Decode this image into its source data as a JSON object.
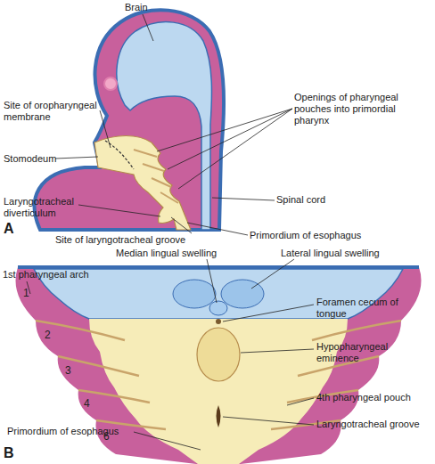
{
  "diagram": {
    "labels": [
      "Brain",
      "Openings of pharyngeal pouches into primordial pharynx",
      "Site of oropharyngeal membrane",
      "Stomodeum",
      "Laryngotracheal diverticulum",
      "Spinal cord",
      "Site of laryngotracheal groove",
      "Primordium of esophagus",
      "A",
      "Median lingual swelling",
      "Lateral lingual swelling",
      "1st pharyngeal arch",
      "Foramen cecum of tongue",
      "Hypopharyngeal eminence",
      "4th pharyngeal pouch",
      "Laryngotracheal groove",
      "Primordium of esophagus",
      "B",
      "1",
      "2",
      "3",
      "4",
      "6"
    ]
  }
}
